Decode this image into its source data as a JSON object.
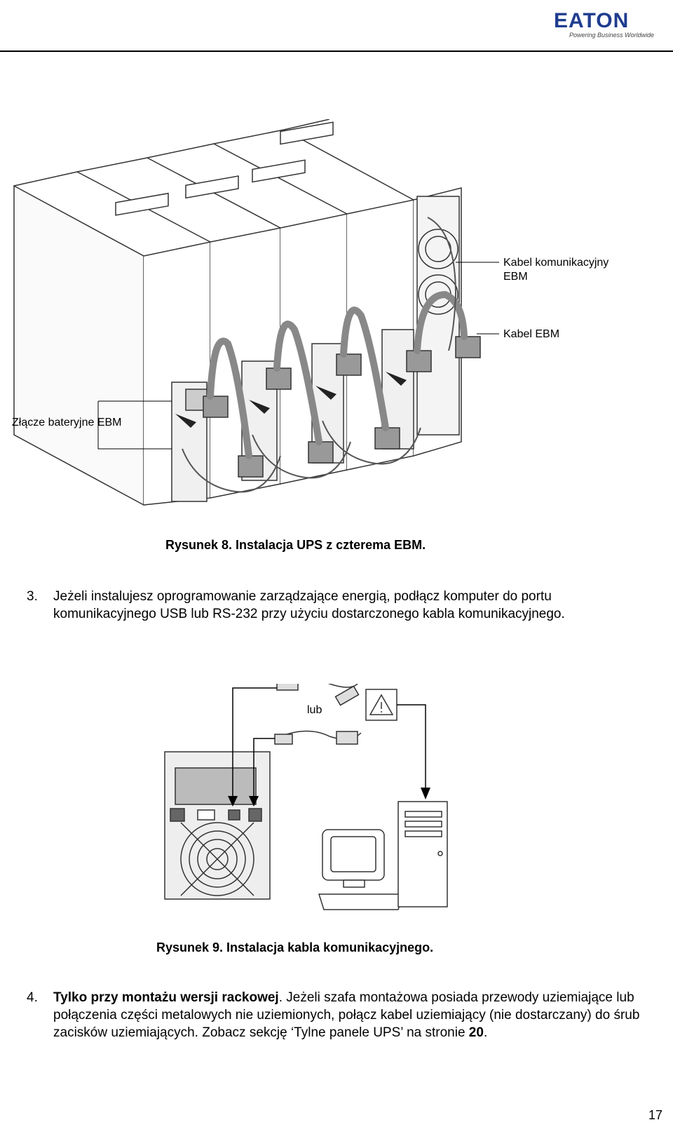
{
  "header": {
    "logo_text": "EATON",
    "logo_tagline": "Powering Business Worldwide"
  },
  "figure8": {
    "label_comm_cable_line1": "Kabel komunikacyjny",
    "label_comm_cable_line2": "EBM",
    "label_ebm_cable": "Kabel EBM",
    "label_battery_connector": "Złącze bateryjne EBM",
    "caption": "Rysunek 8. Instalacja UPS z czterema EBM."
  },
  "step3": {
    "number": "3.",
    "text": "Jeżeli instalujesz oprogramowanie zarządzające energią, podłącz komputer do portu komunikacyjnego USB lub RS-232 przy użyciu dostarczonego kabla komunikacyjnego."
  },
  "figure9": {
    "label_or": "lub",
    "caption": "Rysunek 9. Instalacja kabla komunikacyjnego."
  },
  "step4": {
    "number": "4.",
    "bold": "Tylko przy montażu wersji rackowej",
    "text_a": ". Jeżeli szafa montażowa posiada przewody uziemiające lub połączenia części metalowych nie uziemionych, połącz kabel uziemiający (nie dostarczany) do śrub zacisków uziemiających. Zobacz sekcję ‘Tylne panele UPS’ na stronie ",
    "page_ref": "20",
    "text_b": "."
  },
  "footer": {
    "page_number": "17"
  },
  "colors": {
    "eaton_blue": "#1f3c8f"
  }
}
